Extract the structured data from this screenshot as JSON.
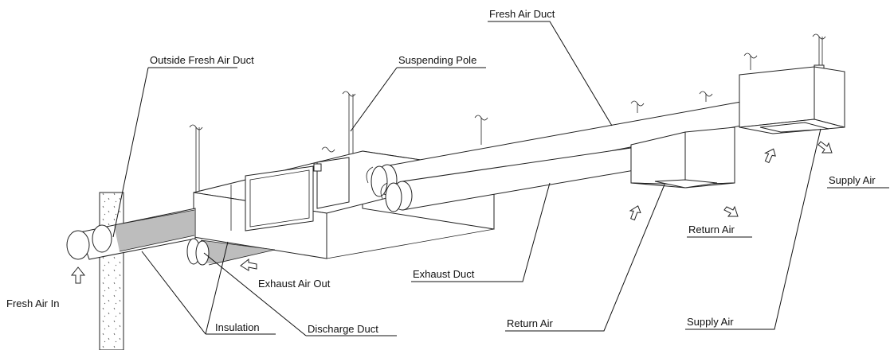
{
  "labels": {
    "fresh_air_duct": "Fresh Air Duct",
    "outside_fresh_air_duct": "Outside Fresh Air Duct",
    "suspending_pole": "Suspending Pole",
    "supply_air_right": "Supply Air",
    "return_air_mid": "Return Air",
    "exhaust_air_out": "Exhaust Air Out",
    "exhaust_duct": "Exhaust Duct",
    "fresh_air_in": "Fresh Air In",
    "insulation": "Insulation",
    "discharge_duct": "Discharge Duct",
    "return_air_bottom": "Return Air",
    "supply_air_bottom": "Supply Air"
  }
}
